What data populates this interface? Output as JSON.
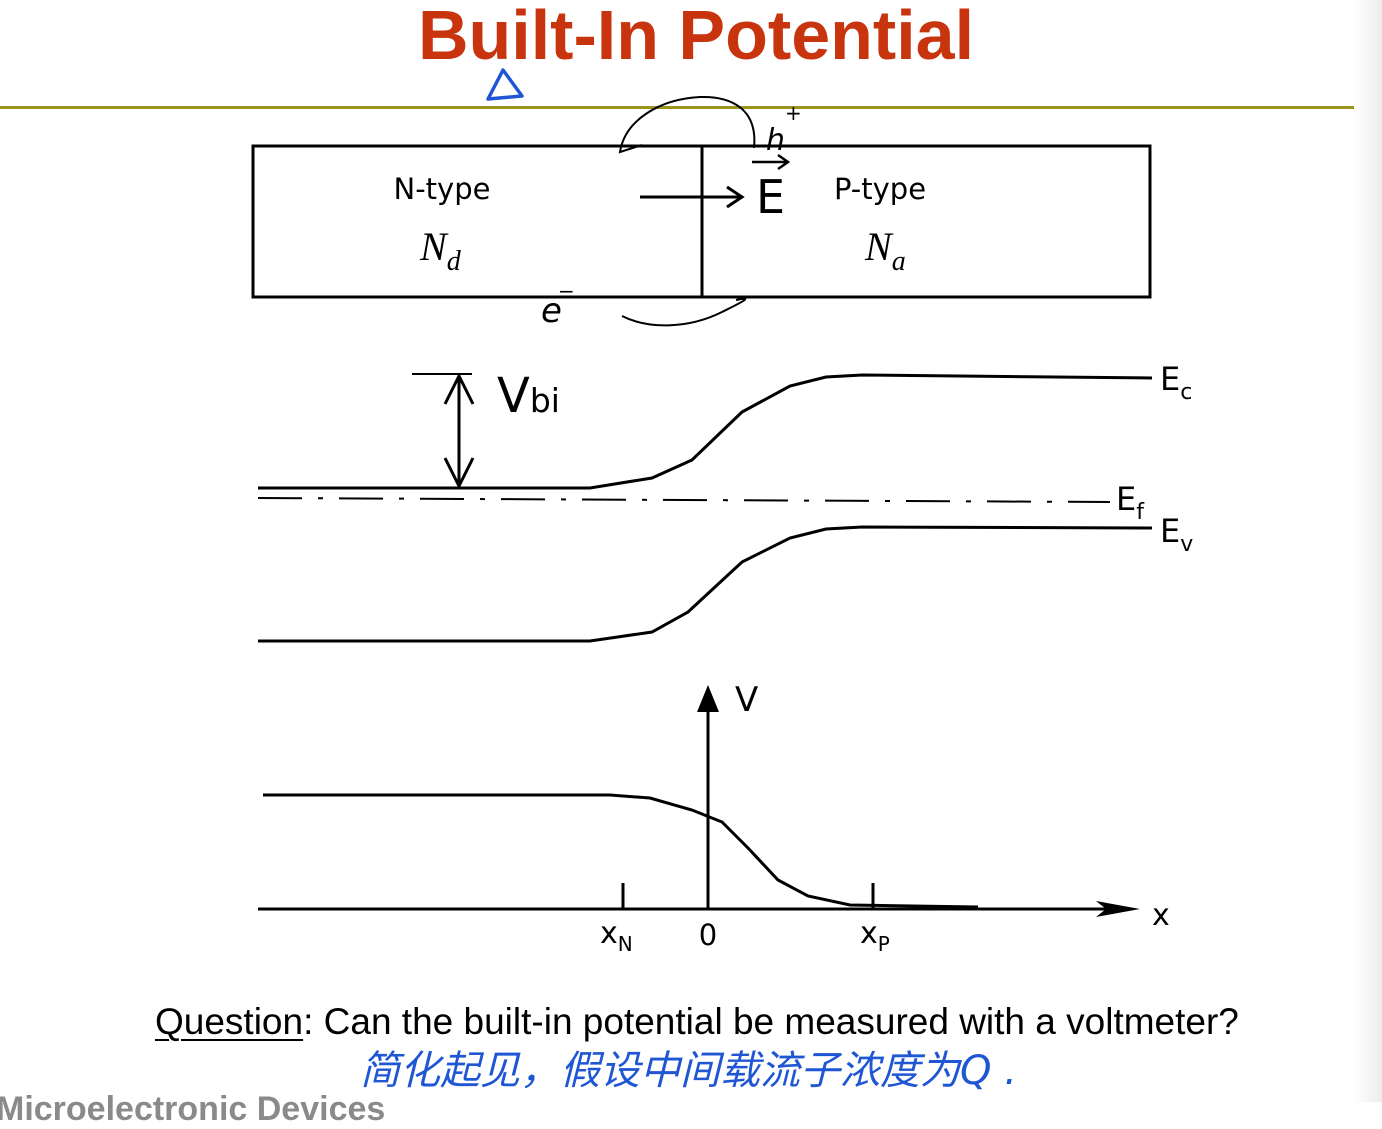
{
  "title": "Built-In Potential",
  "junction": {
    "n_label": "N-type",
    "p_label": "P-type",
    "n_doping_symbol": "N",
    "n_doping_sub": "d",
    "p_doping_symbol": "N",
    "p_doping_sub": "a"
  },
  "annotations": {
    "field_label": "E",
    "electron_label": "e",
    "hole_label": "h",
    "hole_charge": "+",
    "electron_charge": "−"
  },
  "band_diagram": {
    "vbi_label": "V",
    "vbi_sub": "bi",
    "ec_label": "E",
    "ec_sub": "c",
    "ef_label": "E",
    "ef_sub": "f",
    "ev_label": "E",
    "ev_sub": "v"
  },
  "potential_plot": {
    "y_axis_label": "V",
    "x_axis_label": "x",
    "xn_label": "x",
    "xn_sub": "N",
    "zero_label": "0",
    "xp_label": "x",
    "xp_sub": "P"
  },
  "question": {
    "prefix": "Question",
    "text": ": Can the built-in potential be measured with a voltmeter?"
  },
  "handwritten_note": "简化起见，假设中间载流子浓度为Q .",
  "footer_text": "Microelectronic Devices",
  "colors": {
    "title": "#c8340e",
    "rule": "#9b961b",
    "ink": "#000000",
    "handwriting": "#1f56d4"
  }
}
